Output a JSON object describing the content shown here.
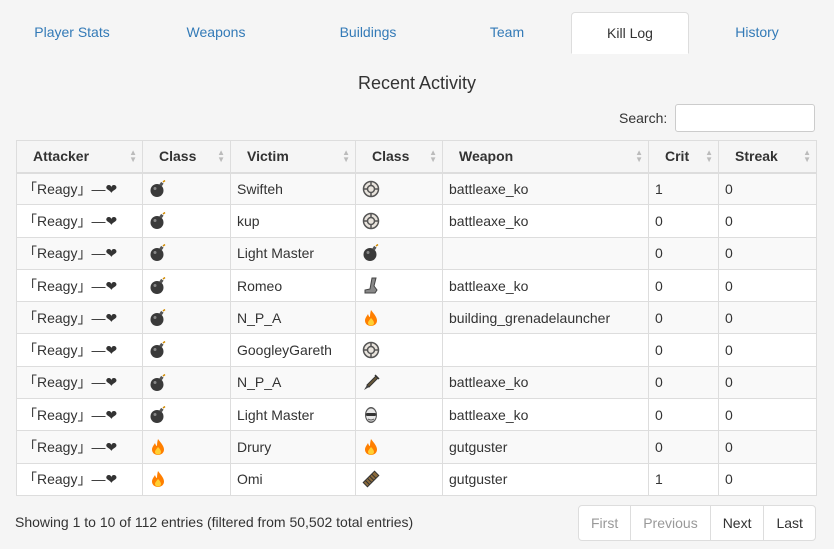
{
  "tabs": [
    {
      "label": "Player Stats",
      "active": false
    },
    {
      "label": "Weapons",
      "active": false
    },
    {
      "label": "Buildings",
      "active": false
    },
    {
      "label": "Team",
      "active": false
    },
    {
      "label": "Kill Log",
      "active": true
    },
    {
      "label": "History",
      "active": false
    }
  ],
  "panel": {
    "title": "Recent Activity",
    "search_label": "Search:",
    "search_value": ""
  },
  "table": {
    "headers": [
      "Attacker",
      "Class",
      "Victim",
      "Class",
      "Weapon",
      "Crit",
      "Streak"
    ],
    "rows": [
      {
        "attacker": "「Reagy」—❤",
        "attacker_class": "bomb-icon",
        "victim": "Swifteh",
        "victim_class": "crosshair-icon",
        "weapon": "battleaxe_ko",
        "crit": "1",
        "streak": "0"
      },
      {
        "attacker": "「Reagy」—❤",
        "attacker_class": "bomb-icon",
        "victim": "kup",
        "victim_class": "crosshair-icon",
        "weapon": "battleaxe_ko",
        "crit": "0",
        "streak": "0"
      },
      {
        "attacker": "「Reagy」—❤",
        "attacker_class": "bomb-icon",
        "victim": "Light Master",
        "victim_class": "bomb-icon",
        "weapon": "",
        "crit": "0",
        "streak": "0"
      },
      {
        "attacker": "「Reagy」—❤",
        "attacker_class": "bomb-icon",
        "victim": "Romeo",
        "victim_class": "boot-icon",
        "weapon": "battleaxe_ko",
        "crit": "0",
        "streak": "0"
      },
      {
        "attacker": "「Reagy」—❤",
        "attacker_class": "bomb-icon",
        "victim": "N_P_A",
        "victim_class": "flame-icon",
        "weapon": "building_grenadelauncher",
        "crit": "0",
        "streak": "0"
      },
      {
        "attacker": "「Reagy」—❤",
        "attacker_class": "bomb-icon",
        "victim": "GoogleyGareth",
        "victim_class": "crosshair-icon",
        "weapon": "",
        "crit": "0",
        "streak": "0"
      },
      {
        "attacker": "「Reagy」—❤",
        "attacker_class": "bomb-icon",
        "victim": "N_P_A",
        "victim_class": "syringe-icon",
        "weapon": "battleaxe_ko",
        "crit": "0",
        "streak": "0"
      },
      {
        "attacker": "「Reagy」—❤",
        "attacker_class": "bomb-icon",
        "victim": "Light Master",
        "victim_class": "spy-mask-icon",
        "weapon": "battleaxe_ko",
        "crit": "0",
        "streak": "0"
      },
      {
        "attacker": "「Reagy」—❤",
        "attacker_class": "flame-icon",
        "victim": "Drury",
        "victim_class": "flame-icon",
        "weapon": "gutguster",
        "crit": "0",
        "streak": "0"
      },
      {
        "attacker": "「Reagy」—❤",
        "attacker_class": "flame-icon",
        "victim": "Omi",
        "victim_class": "ammo-belt-icon",
        "weapon": "gutguster",
        "crit": "1",
        "streak": "0"
      }
    ]
  },
  "footer": {
    "info": "Showing 1 to 10 of 112 entries (filtered from 50,502 total entries)",
    "pager": [
      {
        "label": "First",
        "enabled": false
      },
      {
        "label": "Previous",
        "enabled": false
      },
      {
        "label": "Next",
        "enabled": true
      },
      {
        "label": "Last",
        "enabled": true
      }
    ]
  },
  "colors": {
    "link": "#337ab7",
    "flame": "#ff7f00",
    "bomb": "#333333"
  }
}
